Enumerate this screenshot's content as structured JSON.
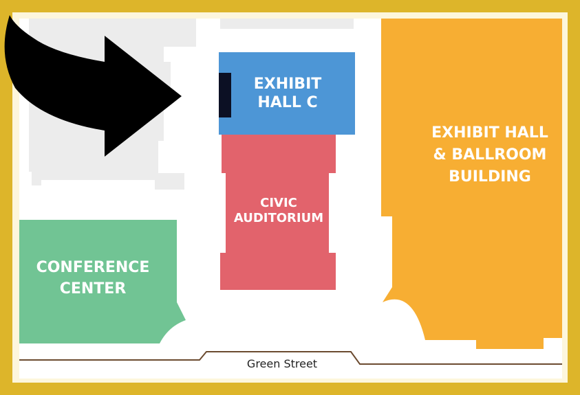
{
  "map": {
    "colors": {
      "frame": "#ddb52a",
      "background": "#fdf6dc",
      "unlabeled_building": "#ececec",
      "exhibit_hall_c": "#4d96d6",
      "civic_auditorium": "#e2636c",
      "conference_center": "#71c494",
      "exhibit_hall_ballroom": "#f7ae33",
      "street_line": "#6b4a2f",
      "arrow": "#000000",
      "door": "#0c1024"
    },
    "buildings": {
      "exhibit_hall_c": {
        "line1": "EXHIBIT",
        "line2": "HALL C"
      },
      "civic_auditorium": {
        "line1": "CIVIC",
        "line2": "AUDITORIUM"
      },
      "conference_center": {
        "line1": "CONFERENCE",
        "line2": "CENTER"
      },
      "exhibit_hall_ballroom": {
        "line1": "EXHIBIT HALL",
        "line2": "& BALLROOM",
        "line3": "BUILDING"
      }
    },
    "street": {
      "name": "Green Street"
    },
    "icons": {
      "direction_arrow": "arrow-right-icon",
      "entrance": "door-icon"
    }
  }
}
